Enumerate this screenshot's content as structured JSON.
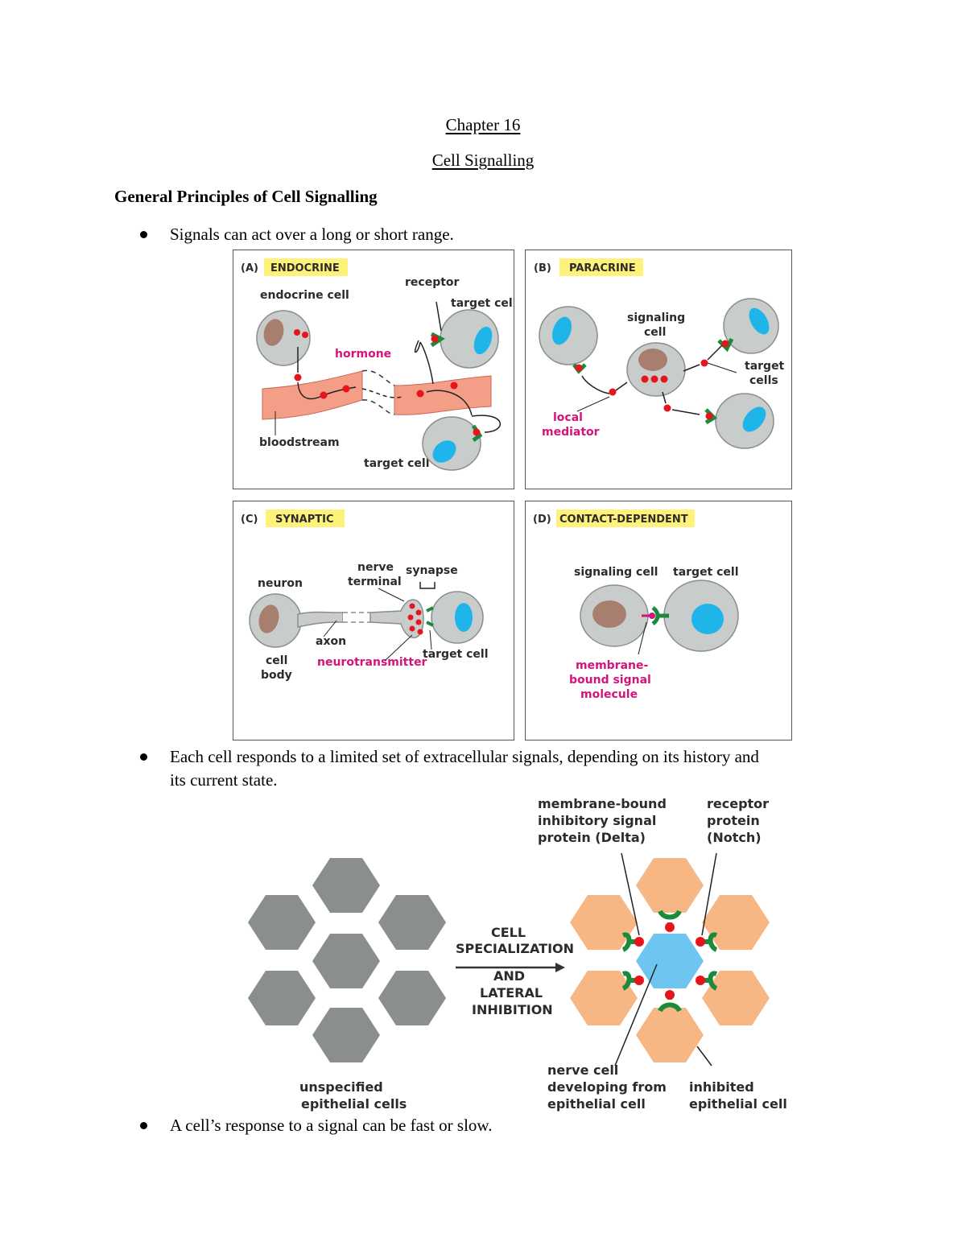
{
  "chapter": "Chapter 16",
  "chapter_title": "Cell Signalling",
  "section_heading": "General Principles of Cell Signalling",
  "bullets": [
    "Signals can act over a long or short range.",
    "Each cell responds to a limited set of extracellular signals, depending on its history and",
    "its current state.",
    "A cell’s response to a signal can be fast or slow."
  ],
  "panel_a": {
    "letter": "(A)",
    "title": "ENDOCRINE",
    "endocrine_cell": "endocrine cell",
    "receptor": "receptor",
    "target_cell_top": "target cell",
    "hormone": "hormone",
    "bloodstream": "bloodstream",
    "target_cell_bottom": "target cell"
  },
  "panel_b": {
    "letter": "(B)",
    "title": "PARACRINE",
    "signaling_1": "signaling",
    "signaling_2": "cell",
    "target_1": "target",
    "target_2": "cells",
    "local_1": "local",
    "local_2": "mediator"
  },
  "panel_c": {
    "letter": "(C)",
    "title": "SYNAPTIC",
    "neuron": "neuron",
    "nerve_1": "nerve",
    "nerve_2": "terminal",
    "synapse": "synapse",
    "axon": "axon",
    "cell_body_1": "cell",
    "cell_body_2": "body",
    "neurotransmitter": "neurotransmitter",
    "target_cell": "target cell"
  },
  "panel_d": {
    "letter": "(D)",
    "title": "CONTACT-DEPENDENT",
    "signaling_cell": "signaling cell",
    "target_cell": "target cell",
    "mb_1": "membrane-",
    "mb_2": "bound signal",
    "mb_3": "molecule"
  },
  "hex_figure": {
    "delta_1": "membrane-bound",
    "delta_2": "inhibitory signal",
    "delta_3": "protein (Delta)",
    "notch_1": "receptor",
    "notch_2": "protein",
    "notch_3": "(Notch)",
    "arrow_1": "CELL",
    "arrow_2": "SPECIALIZATION",
    "arrow_3": "AND",
    "arrow_4": "LATERAL",
    "arrow_5": "INHIBITION",
    "unspec_1": "unspecified",
    "unspec_2": "epithelial cells",
    "nerve_1": "nerve cell",
    "nerve_2": "developing from",
    "nerve_3": "epithelial cell",
    "inhib_1": "inhibited",
    "inhib_2": "epithelial cell"
  },
  "colors": {
    "cell_fill": "#c8ccca",
    "nucleus_brown": "#a87f6f",
    "nucleus_blue": "#1fb5ea",
    "signal_red": "#e8141c",
    "receptor_green": "#1b8a3a",
    "blood": "#f49e88",
    "label_yellow": "#fff27a",
    "magenta": "#d4147a",
    "hex_grey": "#8a8e8c",
    "hex_orange": "#f7b784",
    "hex_blue": "#6ec5f0"
  }
}
